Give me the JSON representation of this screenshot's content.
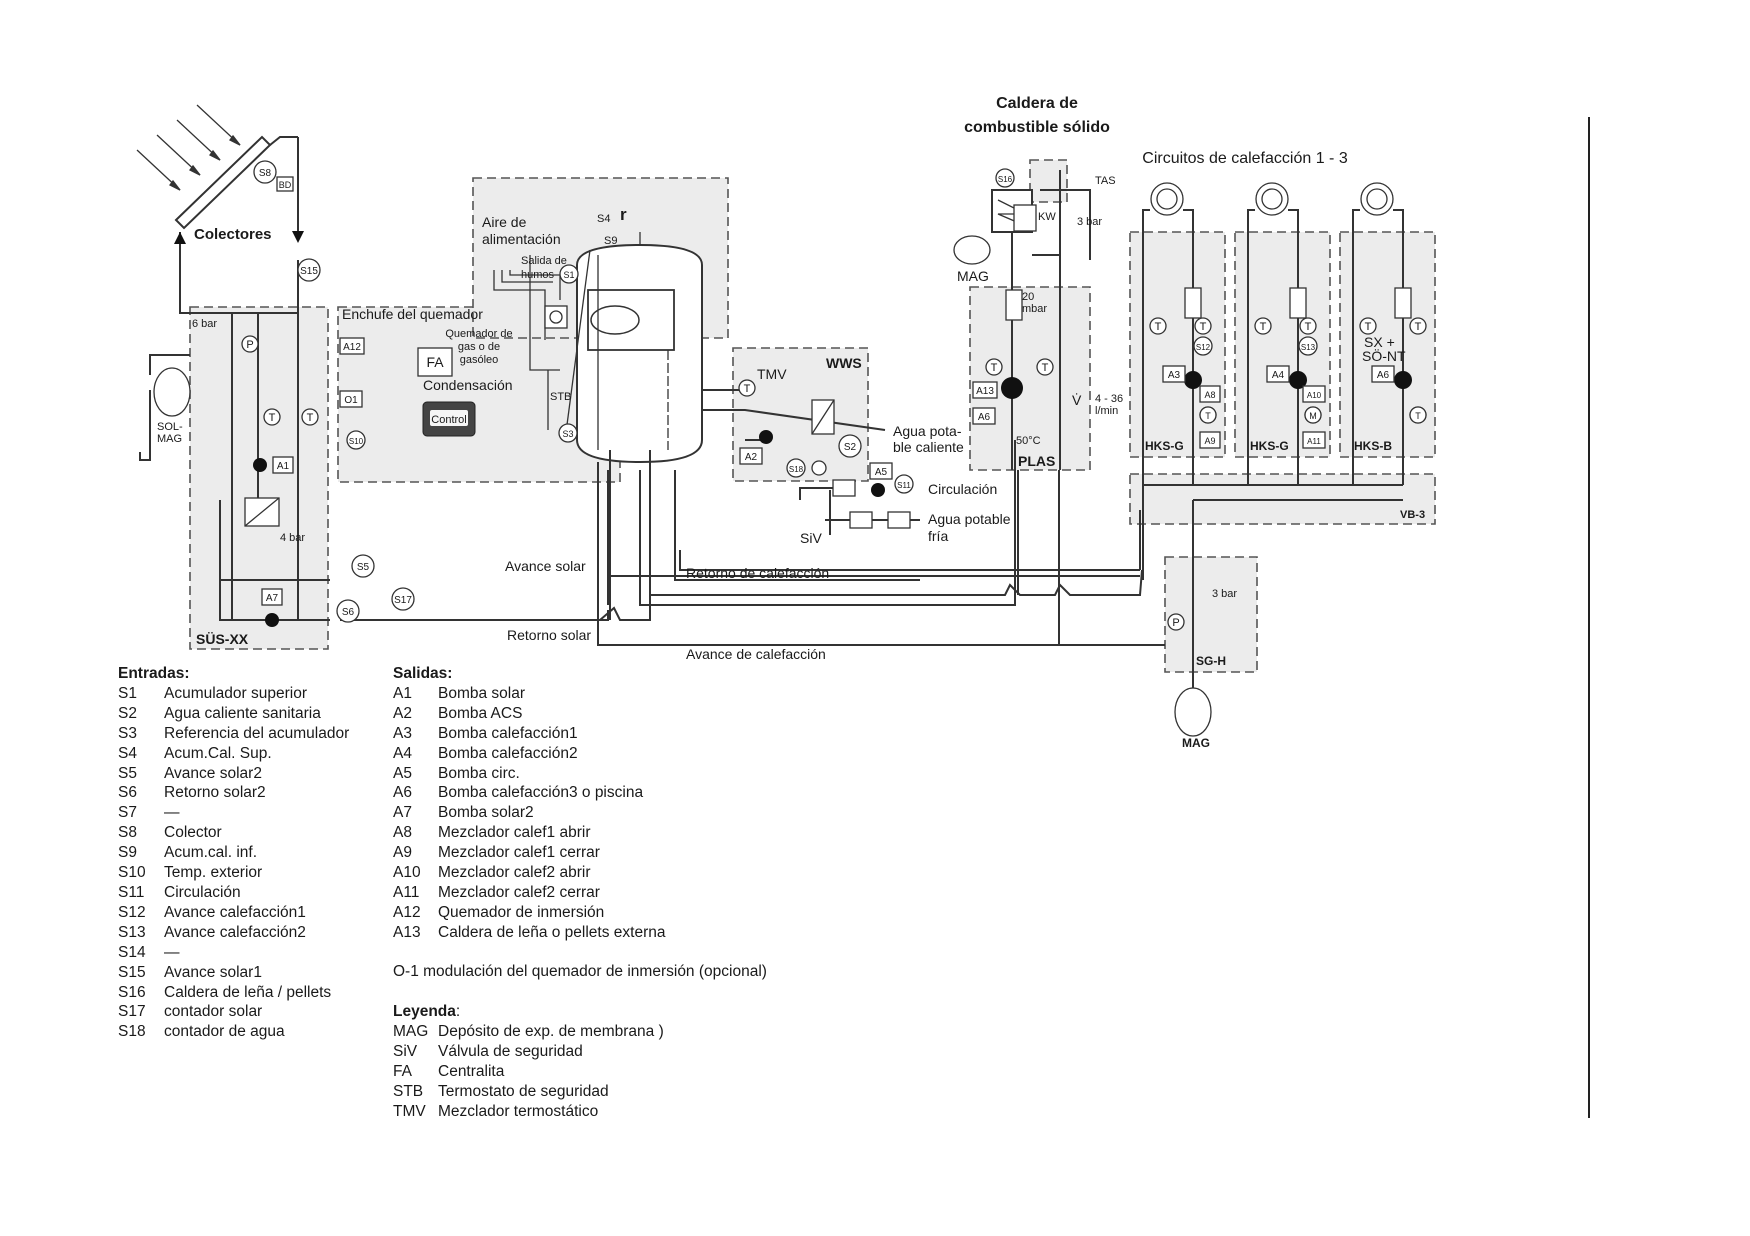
{
  "title": "Caldera de combustible sólido",
  "title_line1": "Caldera de",
  "title_line2": "combustible sólido",
  "heating_circuits_title": "Circuitos de calefacción 1 - 3",
  "labels": {
    "colectores": "Colectores",
    "sus_xx": "SÜS-XX",
    "sol_mag_1": "SOL-",
    "sol_mag_2": "MAG",
    "bar6": "6 bar",
    "bar4": "4 bar",
    "bd": "BD",
    "enchufe": "Enchufe del quemador",
    "aire1": "Aire de",
    "aire2": "alimentación",
    "salida1": "Salida de",
    "salida2": "humos",
    "quemador1": "Quemador de",
    "quemador2": "gas o de",
    "quemador3": "gasóleo",
    "fa": "FA",
    "condensacion": "Condensación",
    "control": "Control",
    "stb": "STB",
    "r": "r",
    "tmv": "TMV",
    "wws": "WWS",
    "agua_potable_1": "Agua pota-",
    "agua_potable_2": "ble caliente",
    "circulacion": "Circulación",
    "agua_fria_1": "Agua potable",
    "agua_fria_2": "fría",
    "siv": "SiV",
    "avance_solar": "Avance solar",
    "retorno_calefaccion": "Retorno de calefacción",
    "retorno_solar": "Retorno solar",
    "avance_calefaccion": "Avance de calefacción",
    "tas": "TAS",
    "kw": "KW",
    "bar3": "3 bar",
    "mag": "MAG",
    "mbar20_1": "20",
    "mbar20_2": "mbar",
    "plas": "PLAS",
    "deg50": "50°C",
    "flow_1": "4 - 36",
    "flow_2": "l/min",
    "v_dot": "V̇",
    "hks_g": "HKS-G",
    "hks_b": "HKS-B",
    "vb3": "VB-3",
    "sx1": "SX +",
    "sx2": "SÖ-NT",
    "sgh": "SG-H",
    "mag_bottom": "MAG",
    "t": "T",
    "p": "P",
    "m": "M"
  },
  "sensors": {
    "s1": "S1",
    "s2": "S2",
    "s3": "S3",
    "s4": "S4",
    "s5": "S5",
    "s6": "S6",
    "s8": "S8",
    "s9": "S9",
    "s10": "S10",
    "s11": "S11",
    "s12": "S12",
    "s13": "S13",
    "s15": "S15",
    "s16": "S16",
    "s17": "S17",
    "s18": "S18"
  },
  "actuators": {
    "a1": "A1",
    "a2": "A2",
    "a3": "A3",
    "a4": "A4",
    "a5": "A5",
    "a6": "A6",
    "a7": "A7",
    "a8": "A8",
    "a9": "A9",
    "a10": "A10",
    "a11": "A11",
    "a12": "A12",
    "a13": "A13",
    "o1": "O1"
  },
  "inputs": {
    "heading": "Entradas:",
    "items": [
      {
        "code": "S1",
        "text": "Acumulador superior"
      },
      {
        "code": "S2",
        "text": "Agua caliente sanitaria"
      },
      {
        "code": "S3",
        "text": "Referencia del acumulador"
      },
      {
        "code": "S4",
        "text": "Acum.Cal. Sup."
      },
      {
        "code": "S5",
        "text": "Avance solar2"
      },
      {
        "code": "S6",
        "text": "Retorno solar2"
      },
      {
        "code": "S7",
        "text": "—"
      },
      {
        "code": "S8",
        "text": "Colector"
      },
      {
        "code": "S9",
        "text": "Acum.cal. inf."
      },
      {
        "code": "S10",
        "text": "Temp. exterior"
      },
      {
        "code": "S11",
        "text": "Circulación"
      },
      {
        "code": "S12",
        "text": "Avance calefacción1"
      },
      {
        "code": "S13",
        "text": "Avance calefacción2"
      },
      {
        "code": "S14",
        "text": "—"
      },
      {
        "code": "S15",
        "text": "Avance solar1"
      },
      {
        "code": "S16",
        "text": "Caldera de leña / pellets"
      },
      {
        "code": "S17",
        "text": "contador solar"
      },
      {
        "code": "S18",
        "text": "contador de agua"
      }
    ]
  },
  "outputs": {
    "heading": "Salidas:",
    "items": [
      {
        "code": "A1",
        "text": "Bomba solar"
      },
      {
        "code": "A2",
        "text": "Bomba ACS"
      },
      {
        "code": "A3",
        "text": "Bomba calefacción1"
      },
      {
        "code": "A4",
        "text": "Bomba calefacción2"
      },
      {
        "code": "A5",
        "text": "Bomba circ."
      },
      {
        "code": "A6",
        "text": "Bomba calefacción3 o piscina"
      },
      {
        "code": "A7",
        "text": "Bomba solar2"
      },
      {
        "code": "A8",
        "text": "Mezclador calef1 abrir"
      },
      {
        "code": "A9",
        "text": "Mezclador calef1 cerrar"
      },
      {
        "code": "A10",
        "text": "Mezclador calef2 abrir"
      },
      {
        "code": "A11",
        "text": "Mezclador calef2 cerrar"
      },
      {
        "code": "A12",
        "text": "Quemador de inmersión"
      },
      {
        "code": "A13",
        "text": "Caldera de leña o pellets externa"
      }
    ]
  },
  "o1_note": "O-1  modulación del quemador de inmersión (opcional)",
  "legend": {
    "heading": "Leyenda",
    "colon": ":",
    "items": [
      {
        "code": "MAG",
        "text": "Depósito de exp. de membrana )"
      },
      {
        "code": "SiV",
        "text": "Válvula de seguridad"
      },
      {
        "code": "FA",
        "text": "Centralita"
      },
      {
        "code": "STB",
        "text": "Termostato de seguridad"
      },
      {
        "code": "TMV",
        "text": "Mezclador termostático"
      }
    ]
  }
}
